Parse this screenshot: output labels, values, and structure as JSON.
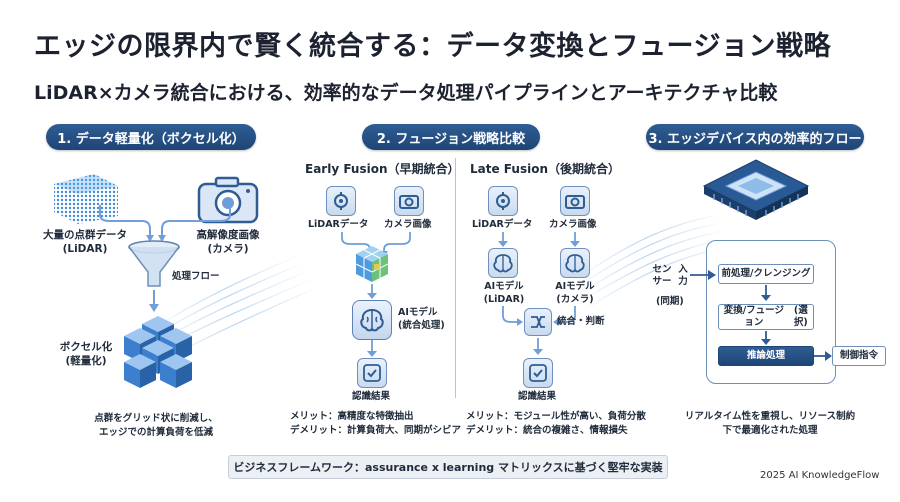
{
  "header": {
    "title": "エッジの限界内で賢く統合する：データ変換とフュージョン戦略",
    "subtitle": "LiDAR×カメラ統合における、効率的なデータ処理パイプラインとアーキテクチャ比較"
  },
  "section1": {
    "header": "1. データ軽量化（ボクセル化）",
    "pointcloud_label": "大量の点群データ\n(LiDAR)",
    "camera_label": "高解像度画像\n(カメラ)",
    "funnel_label": "処理フロー",
    "voxel_label": "ボクセル化\n(軽量化)",
    "note": "点群をグリッド状に削減し、\nエッジでの計算負荷を低減"
  },
  "section2": {
    "header": "2. フュージョン戦略比較",
    "early": {
      "title": "Early Fusion（早期統合）",
      "lidar_label": "LiDARデータ",
      "camera_label": "カメラ画像",
      "model_label": "AIモデル\n(統合処理)",
      "result_label": "認識結果",
      "merit": "メリット：高精度な特徴抽出",
      "demerit": "デメリット：計算負荷大、同期がシビア"
    },
    "late": {
      "title": "Late Fusion（後期統合）",
      "lidar_label": "LiDARデータ",
      "camera_label": "カメラ画像",
      "model_lidar_label": "AIモデル\n(LiDAR)",
      "model_camera_label": "AIモデル\n(カメラ)",
      "merge_label": "統合・判断",
      "result_label": "認識結果",
      "merit": "メリット：モジュール性が高い、負荷分散",
      "demerit": "デメリット：統合の複雑さ、情報損失"
    }
  },
  "section3": {
    "header": "3. エッジデバイス内の効率的フロー",
    "sensor_input": "センサー\n入力",
    "sync": "(同期)",
    "steps": [
      "前処理/クレンジング",
      "変換/フュージョン\n(選択)",
      "推論処理"
    ],
    "output": "制御指令",
    "note": "リアルタイム性を重視し、リソース制約\n下で最適化された処理"
  },
  "footer": {
    "framework": "ビジネスフレームワーク：assurance x learning マトリックスに基づく堅牢な実装",
    "credit": "2025 AI KnowledgeFlow"
  },
  "colors": {
    "accent_dark": "#1f4577",
    "accent": "#2f5d93",
    "icon_fill": "#c9daef",
    "wave": "#7fb6e6"
  },
  "icons": [
    "point-cloud-icon",
    "camera-icon",
    "funnel-icon",
    "voxel-cubes-icon",
    "brain-icon",
    "merge-icon",
    "result-icon",
    "chip-icon"
  ]
}
